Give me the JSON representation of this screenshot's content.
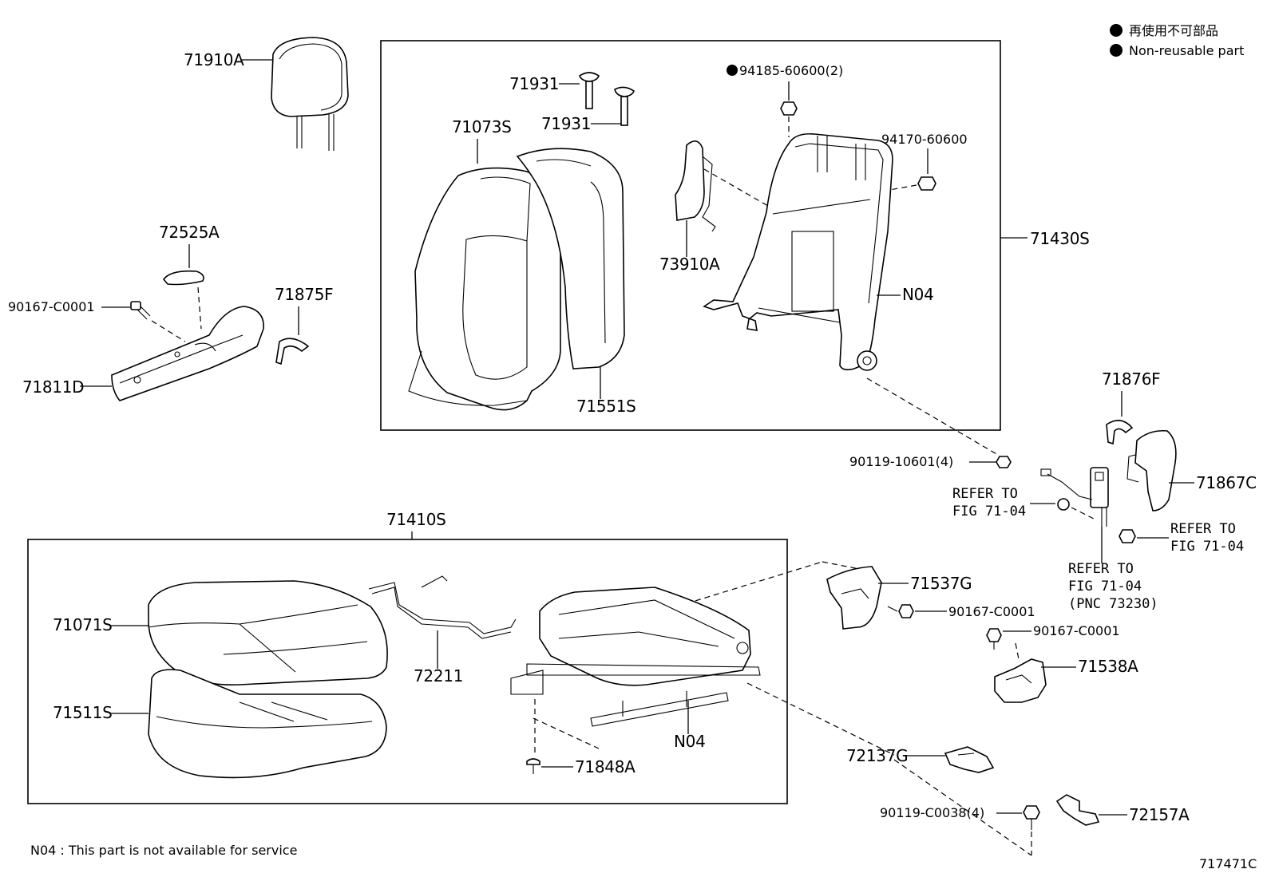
{
  "legend": {
    "japanese": "再使用不可部品",
    "english": "Non-reusable part"
  },
  "footnote": "N04 : This part is not available for service",
  "illustration_id": "717471C",
  "labels": {
    "p71910A": "71910A",
    "p72525A": "72525A",
    "p90167_top": "90167-C0001",
    "p71875F": "71875F",
    "p71811D": "71811D",
    "p71931a": "71931",
    "p71931b": "71931",
    "p71073S": "71073S",
    "p94185": "94185-60600(2)",
    "p94170": "94170-60600",
    "p73910A": "73910A",
    "p71430S": "71430S",
    "p N04a": "N04",
    "p71551S": "71551S",
    "p90119_10601": "90119-10601(4)",
    "p71876F": "71876F",
    "p71867C": "71867C",
    "p71410S": "71410S",
    "p71071S": "71071S",
    "p71511S": "71511S",
    "p72211": "72211",
    "pN04b": "N04",
    "p71848A": "71848A",
    "p71537G": "71537G",
    "p90167_b": "90167-C0001",
    "p90167_c": "90167-C0001",
    "p71538A": "71538A",
    "p72137G": "72137G",
    "p90119_C0038": "90119-C0038(4)",
    "p72157A": "72157A"
  },
  "refers": {
    "r1_line1": "REFER TO",
    "r1_line2": "FIG 71-04",
    "r2_line1": "REFER TO",
    "r2_line2": "FIG 71-04",
    "r3_line1": "REFER TO",
    "r3_line2": "FIG 71-04",
    "r3_line3": "(PNC 73230)"
  }
}
